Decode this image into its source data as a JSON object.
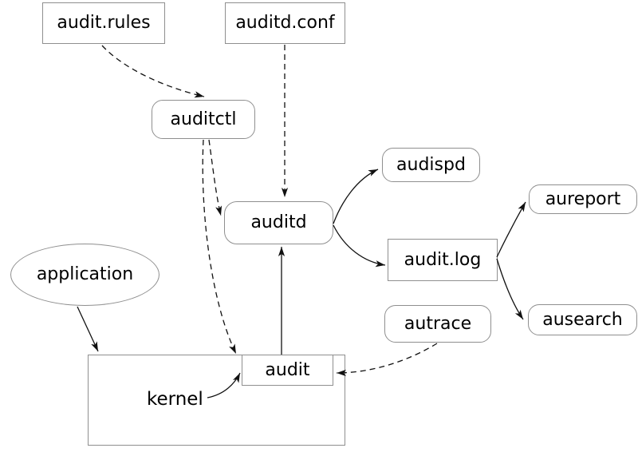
{
  "diagram": {
    "nodes": {
      "audit_rules": {
        "label": "audit.rules",
        "shape": "rectangle"
      },
      "auditd_conf": {
        "label": "auditd.conf",
        "shape": "rectangle"
      },
      "auditctl": {
        "label": "auditctl",
        "shape": "rounded"
      },
      "auditd": {
        "label": "auditd",
        "shape": "rounded"
      },
      "audispd": {
        "label": "audispd",
        "shape": "rounded"
      },
      "audit_log": {
        "label": "audit.log",
        "shape": "rectangle"
      },
      "aureport": {
        "label": "aureport",
        "shape": "rounded"
      },
      "ausearch": {
        "label": "ausearch",
        "shape": "rounded"
      },
      "autrace": {
        "label": "autrace",
        "shape": "rounded"
      },
      "application": {
        "label": "application",
        "shape": "ellipse"
      },
      "kernel": {
        "label": "kernel",
        "shape": "rectangle-container"
      },
      "audit": {
        "label": "audit",
        "shape": "rectangle"
      }
    },
    "edges": [
      {
        "from": "audit.rules",
        "to": "auditctl",
        "style": "dashed"
      },
      {
        "from": "auditd.conf",
        "to": "auditd",
        "style": "dashed"
      },
      {
        "from": "auditctl",
        "to": "auditd",
        "style": "dashed"
      },
      {
        "from": "auditctl",
        "to": "audit",
        "style": "dashed"
      },
      {
        "from": "autrace",
        "to": "audit",
        "style": "dashed"
      },
      {
        "from": "audit",
        "to": "auditd",
        "style": "solid"
      },
      {
        "from": "auditd",
        "to": "audispd",
        "style": "solid"
      },
      {
        "from": "auditd",
        "to": "audit.log",
        "style": "solid"
      },
      {
        "from": "audit.log",
        "to": "aureport",
        "style": "solid"
      },
      {
        "from": "audit.log",
        "to": "ausearch",
        "style": "solid"
      },
      {
        "from": "application",
        "to": "kernel",
        "style": "solid"
      },
      {
        "from": "kernel",
        "to": "audit",
        "style": "solid"
      }
    ],
    "colors": {
      "background": "#ffffff",
      "box_border": "#8f8f8f",
      "line": "#111111",
      "text": "#000000"
    }
  }
}
